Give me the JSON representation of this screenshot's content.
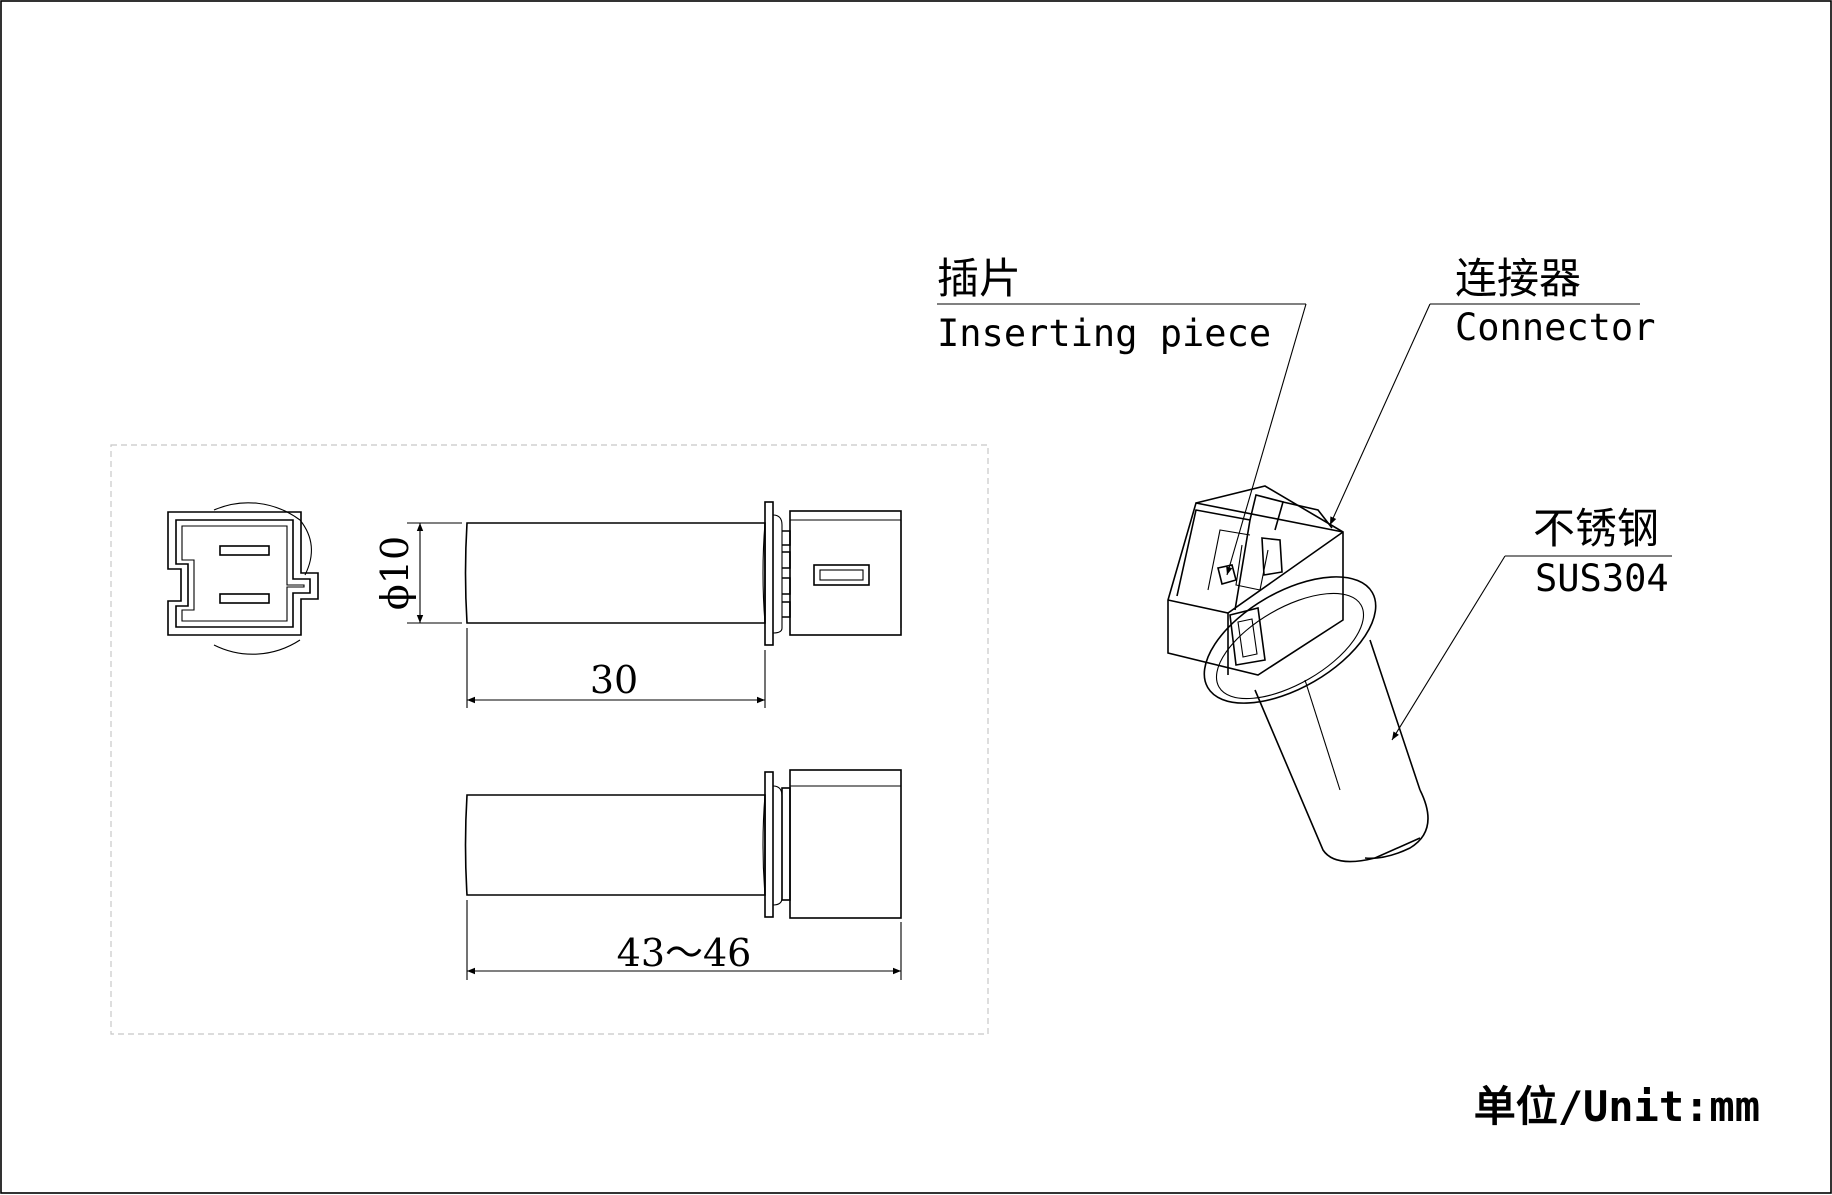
{
  "labels": {
    "insert": {
      "cn": "插片",
      "en": "Inserting piece"
    },
    "connector": {
      "cn": "连接器",
      "en": "Connector"
    },
    "steel": {
      "cn": "不锈钢",
      "en": "SUS304"
    }
  },
  "dimensions": {
    "diameter": "ϕ10",
    "length_body": "30",
    "length_total": "43～46"
  },
  "unit": "单位/Unit:mm"
}
